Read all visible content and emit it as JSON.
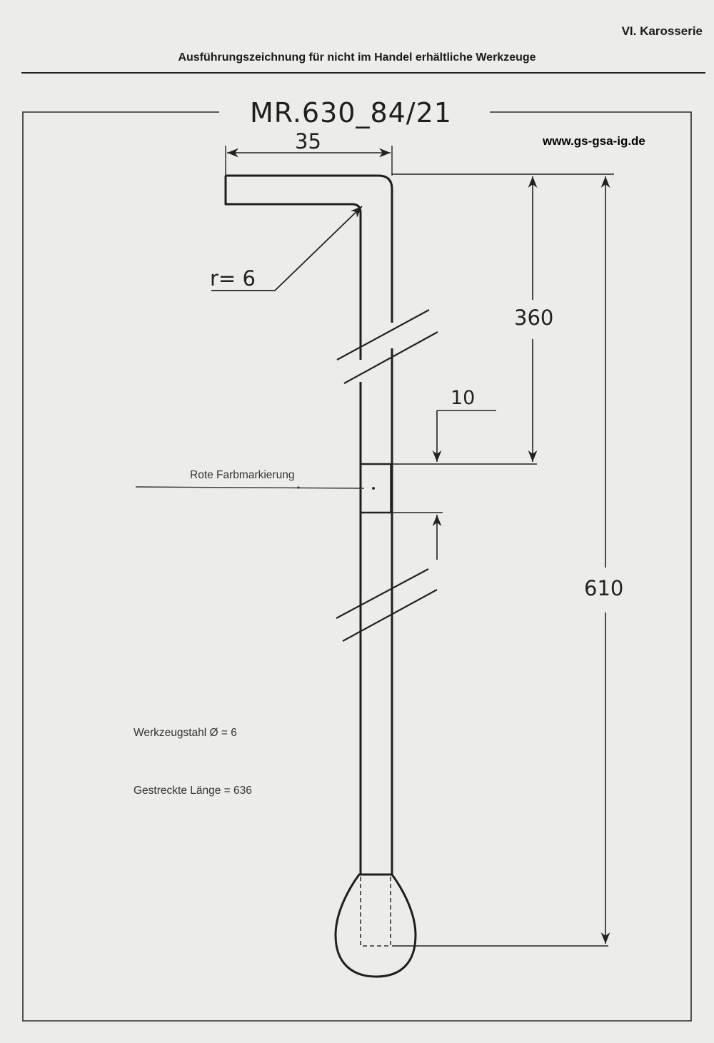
{
  "header": {
    "section": "VI. Karosserie",
    "subtitle": "Ausführungszeichnung für nicht im Handel erhältliche Werkzeuge"
  },
  "drawing": {
    "number": "MR.630_84/21",
    "website": "www.gs-gsa-ig.de",
    "dimensions": {
      "hook_length": "35",
      "bend_radius": "r= 6",
      "mark_position": "360",
      "mark_width": "10",
      "total_length": "610"
    },
    "notes": {
      "color_mark": "Rote Farbmarkierung",
      "material": "Werkzeugstahl Ø = 6",
      "stretched_length": "Gestreckte Länge = 636"
    }
  }
}
